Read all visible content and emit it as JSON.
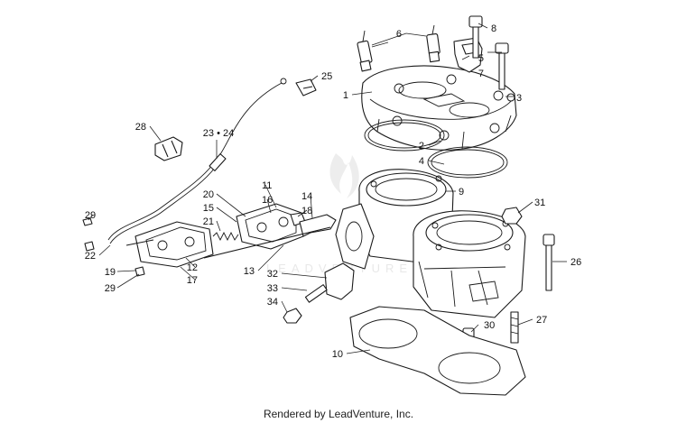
{
  "callouts": {
    "c1": "1",
    "c2": "2",
    "c3": "3",
    "c4": "4",
    "c5": "5",
    "c6": "6",
    "c7": "7",
    "c8": "8",
    "c9": "9",
    "c10": "10",
    "c11": "11",
    "c12": "12",
    "c13": "13",
    "c14": "14",
    "c15": "15",
    "c16": "16",
    "c17": "17",
    "c18": "18",
    "c19": "19",
    "c20": "20",
    "c21": "21",
    "c22": "22",
    "c23_24": "23 • 24",
    "c25": "25",
    "c26": "26",
    "c27": "27",
    "c28": "28",
    "c29a": "29",
    "c29b": "29",
    "c30": "30",
    "c31": "31",
    "c32": "32",
    "c33": "33",
    "c34": "34"
  },
  "footer": {
    "text": "Rendered by LeadVenture, Inc."
  },
  "watermark": {
    "text": "LEADVENTURE"
  }
}
